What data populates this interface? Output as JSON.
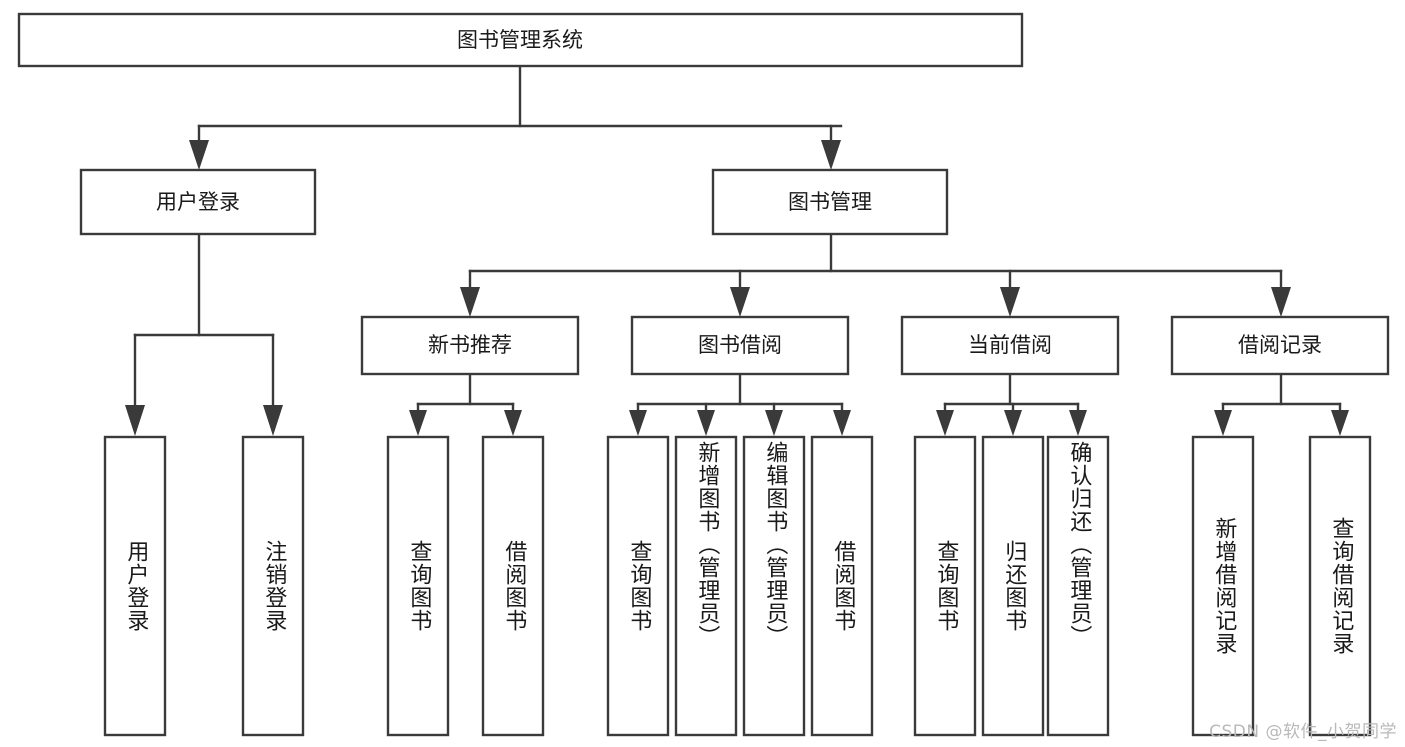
{
  "diagram": {
    "type": "tree",
    "title": "图书管理系统",
    "orientation": "top-down",
    "colors": {
      "box_stroke": "#3a3a3a",
      "box_fill": "#ffffff",
      "connector": "#3a3a3a",
      "text": "#1a1a1a",
      "background": "#ffffff",
      "watermark": "#b9b9b9"
    },
    "root": {
      "id": "root",
      "label": "图书管理系统"
    },
    "level2": [
      {
        "id": "user-login",
        "label": "用户登录"
      },
      {
        "id": "book-manage",
        "label": "图书管理"
      }
    ],
    "level3": [
      {
        "id": "new-book-rec",
        "label": "新书推荐",
        "parent": "book-manage"
      },
      {
        "id": "book-borrow",
        "label": "图书借阅",
        "parent": "book-manage"
      },
      {
        "id": "current-borrow",
        "label": "当前借阅",
        "parent": "book-manage"
      },
      {
        "id": "borrow-record",
        "label": "借阅记录",
        "parent": "book-manage"
      }
    ],
    "leaves": [
      {
        "id": "leaf-user-login",
        "label": "用户登录",
        "parent": "user-login"
      },
      {
        "id": "leaf-logout",
        "label": "注销登录",
        "parent": "user-login"
      },
      {
        "id": "leaf-query-book-1",
        "label": "查询图书",
        "parent": "new-book-rec"
      },
      {
        "id": "leaf-borrow-book-1",
        "label": "借阅图书",
        "parent": "new-book-rec"
      },
      {
        "id": "leaf-query-book-2",
        "label": "查询图书",
        "parent": "book-borrow"
      },
      {
        "id": "leaf-add-book",
        "label": "新增图书（管理员）",
        "parent": "book-borrow"
      },
      {
        "id": "leaf-edit-book",
        "label": "编辑图书（管理员）",
        "parent": "book-borrow"
      },
      {
        "id": "leaf-borrow-book-2",
        "label": "借阅图书",
        "parent": "book-borrow"
      },
      {
        "id": "leaf-query-book-3",
        "label": "查询图书",
        "parent": "current-borrow"
      },
      {
        "id": "leaf-return-book",
        "label": "归还图书",
        "parent": "current-borrow"
      },
      {
        "id": "leaf-confirm-return",
        "label": "确认归还（管理员）",
        "parent": "current-borrow"
      },
      {
        "id": "leaf-add-record",
        "label": "新增借阅记录",
        "parent": "borrow-record"
      },
      {
        "id": "leaf-query-record",
        "label": "查询借阅记录",
        "parent": "borrow-record"
      }
    ]
  },
  "watermark": {
    "text": "CSDN @软件_小贺同学"
  }
}
